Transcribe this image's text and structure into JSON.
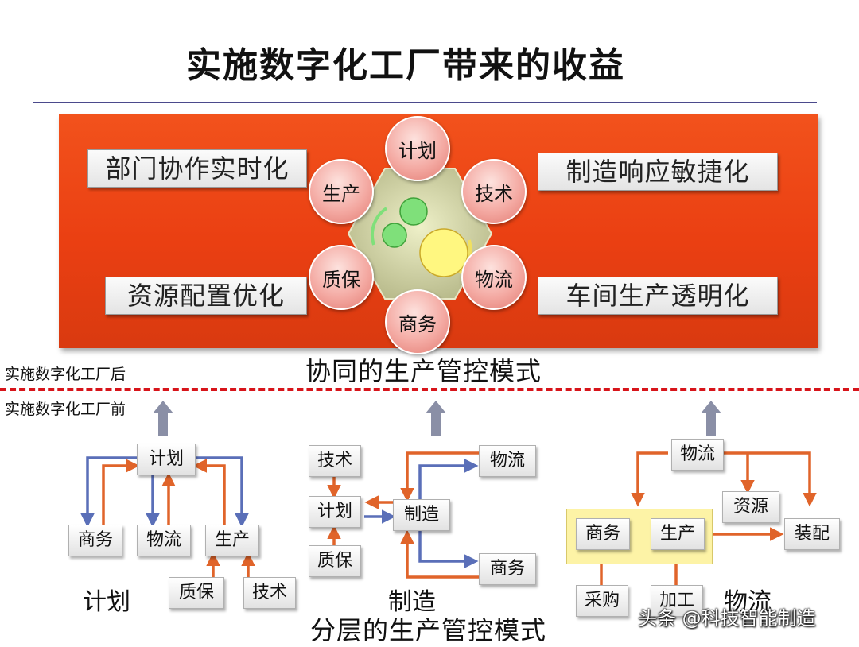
{
  "title": "实施数字化工厂带来的收益",
  "benefits": {
    "top_left": "部门协作实时化",
    "bottom_left": "资源配置优化",
    "top_right": "制造响应敏捷化",
    "bottom_right": "车间生产透明化"
  },
  "departments": [
    "计划",
    "技术",
    "物流",
    "商务",
    "质保",
    "生产"
  ],
  "collab_mode_title": "协同的生产管控模式",
  "after_label": "实施数字化工厂后",
  "before_label": "实施数字化工厂前",
  "layered": {
    "plan": {
      "top": "计划",
      "left": "商务",
      "mid": "物流",
      "right": "生产",
      "sub1": "质保",
      "sub2": "技术",
      "caption": "计划"
    },
    "mfg": {
      "tech": "技术",
      "plan": "计划",
      "qa": "质保",
      "center": "制造",
      "logistics": "物流",
      "business": "商务",
      "caption": "制造"
    },
    "log": {
      "top": "物流",
      "resource": "资源",
      "assembly": "装配",
      "business": "商务",
      "production": "生产",
      "purchase": "采购",
      "processing": "加工",
      "caption": "物流"
    }
  },
  "layered_mode_title": "分层的生产管控模式",
  "watermark": "头条 @科技智能制造",
  "colors": {
    "panel": "#ea4214",
    "arrow_orange": "#e0642a",
    "arrow_blue": "#5a6fb8",
    "divider": "#d7141a",
    "gray_arrow": "#8a8fa6"
  }
}
